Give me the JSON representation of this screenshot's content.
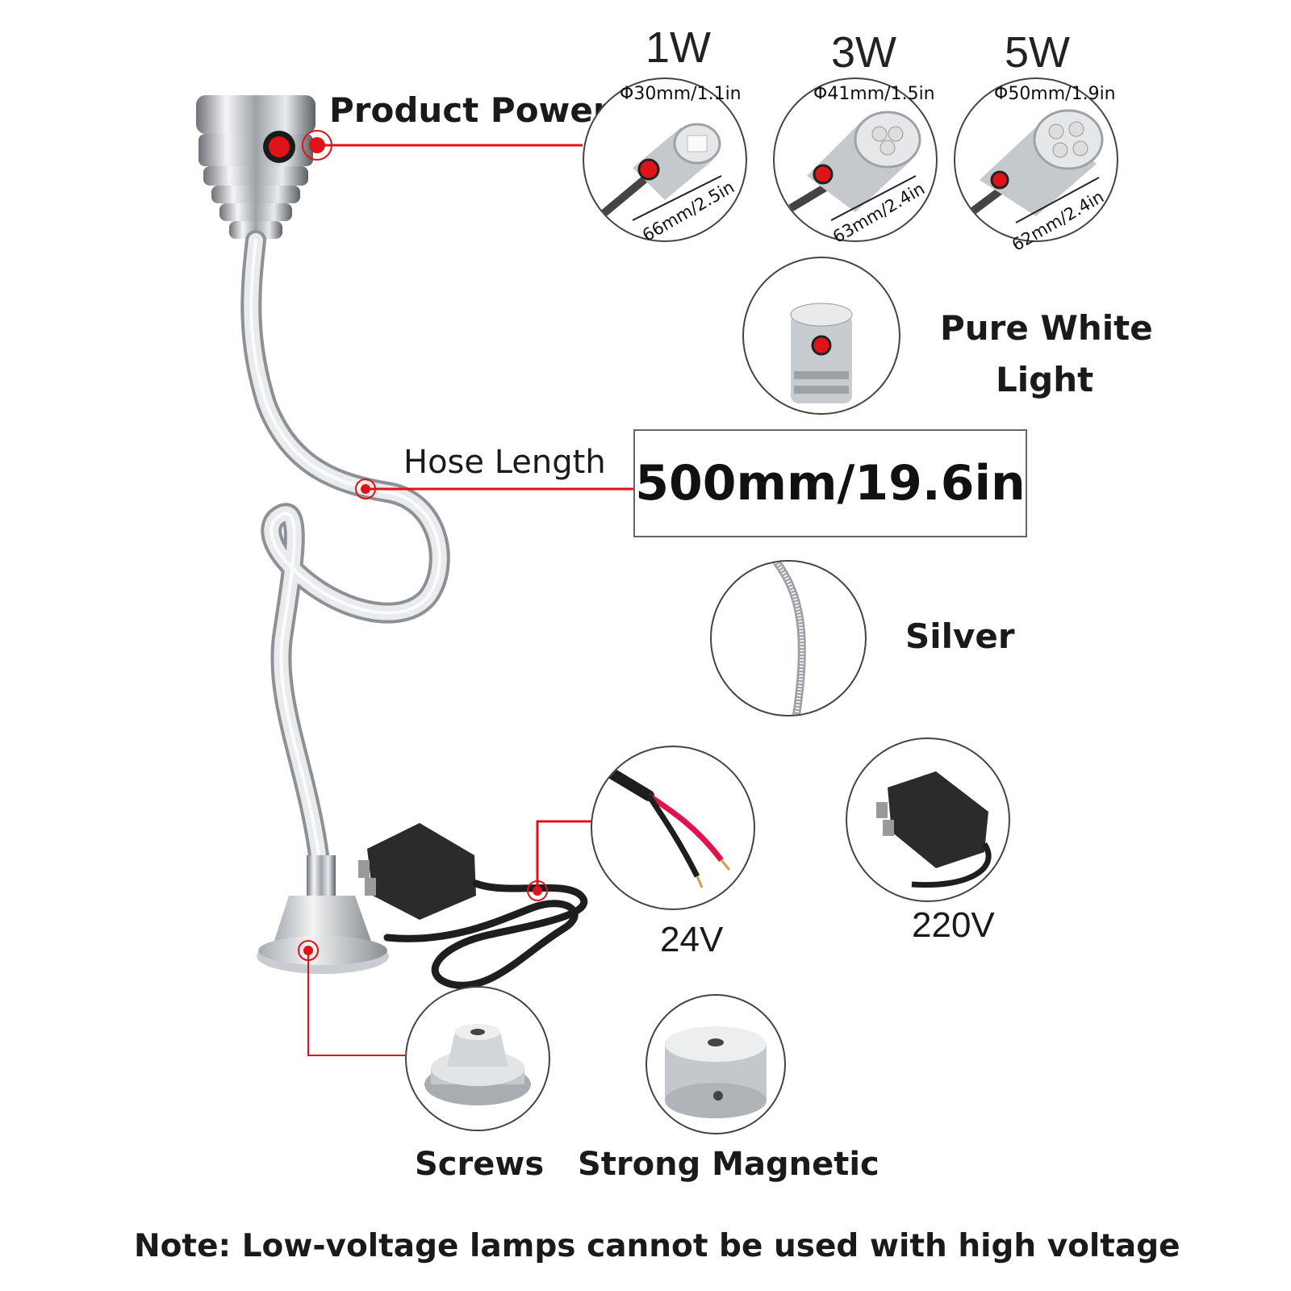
{
  "labels": {
    "product_power": "Product Power",
    "pure_white_light_line1": "Pure White",
    "pure_white_light_line2": "Light",
    "hose_length": "Hose Length",
    "hose_length_value": "500mm/19.6in",
    "silver": "Silver",
    "v24": "24V",
    "v220": "220V",
    "screws": "Screws",
    "strong_magnetic": "Strong Magnetic",
    "note": "Note: Low-voltage lamps cannot be used with high voltage"
  },
  "power_options": [
    {
      "watt": "1W",
      "diameter": "Φ30mm/1.1in",
      "length": "66mm/2.5in"
    },
    {
      "watt": "3W",
      "diameter": "Φ41mm/1.5in",
      "length": "63mm/2.4in"
    },
    {
      "watt": "5W",
      "diameter": "Φ50mm/1.9in",
      "length": "62mm/2.4in"
    }
  ],
  "colors": {
    "accent_red": "#e0131b",
    "chrome": "#b9bcc0",
    "dark_plug": "#2b2b2b"
  }
}
